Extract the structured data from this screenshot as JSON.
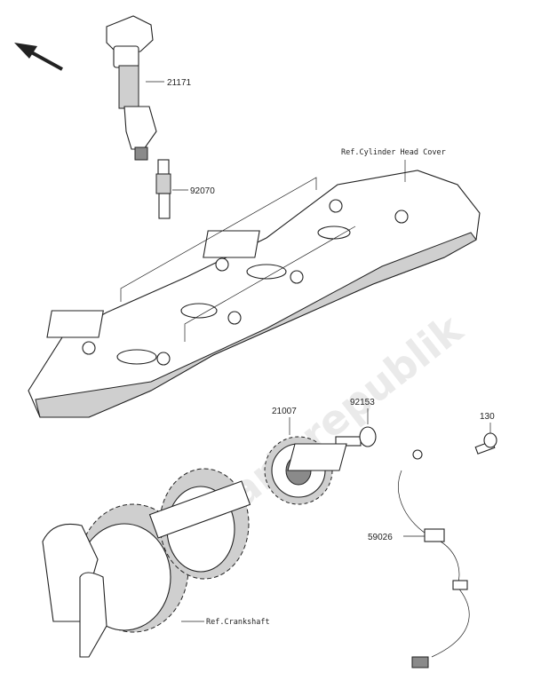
{
  "parts": [
    {
      "id": "21171",
      "label": "21171"
    },
    {
      "id": "92070",
      "label": "92070"
    },
    {
      "id": "21007",
      "label": "21007"
    },
    {
      "id": "92153",
      "label": "92153"
    },
    {
      "id": "130",
      "label": "130"
    },
    {
      "id": "59026",
      "label": "59026"
    }
  ],
  "references": {
    "cylinder_head_cover": "Ref.Cylinder Head Cover",
    "crankshaft": "Ref.Crankshaft"
  },
  "watermark": "Partsrepublik",
  "colors": {
    "line": "#222222",
    "shade": "#cfcfcf",
    "watermark": "#d9d9d9"
  },
  "icons": {
    "direction": "front-arrow-icon"
  }
}
